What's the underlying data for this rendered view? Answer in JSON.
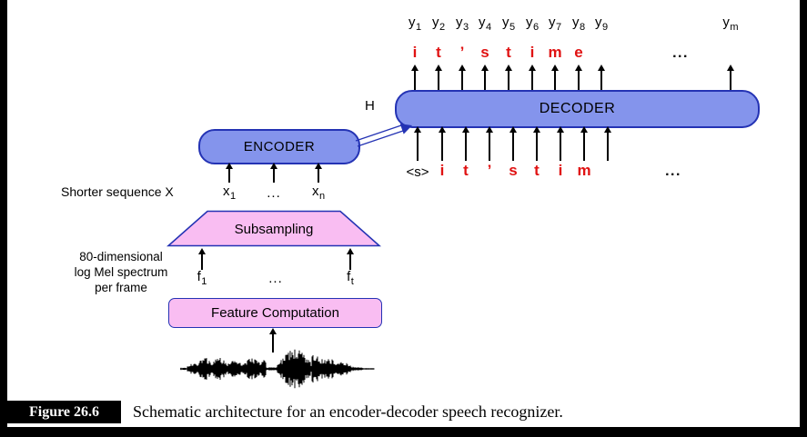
{
  "figure": {
    "label": "Figure 26.6",
    "caption": "Schematic architecture for an encoder-decoder speech recognizer."
  },
  "decoder": {
    "label": "DECODER",
    "h_label": "H",
    "y_labels": [
      {
        "base": "y",
        "sub": "1"
      },
      {
        "base": "y",
        "sub": "2"
      },
      {
        "base": "y",
        "sub": "3"
      },
      {
        "base": "y",
        "sub": "4"
      },
      {
        "base": "y",
        "sub": "5"
      },
      {
        "base": "y",
        "sub": "6"
      },
      {
        "base": "y",
        "sub": "7"
      },
      {
        "base": "y",
        "sub": "8"
      },
      {
        "base": "y",
        "sub": "9"
      }
    ],
    "y_label_last": {
      "base": "y",
      "sub": "m"
    },
    "output_letters": [
      "i",
      "t",
      "’",
      "s",
      "t",
      "i",
      "m",
      "e"
    ],
    "output_ellipsis": "...",
    "input_start_token": "<s>",
    "input_letters": [
      "i",
      "t",
      "’",
      "s",
      "t",
      "i",
      "m"
    ],
    "input_ellipsis": "..."
  },
  "encoder": {
    "label": "ENCODER",
    "sequence_note": "Shorter sequence X",
    "x_first": {
      "base": "x",
      "sub": "1"
    },
    "x_ellipsis": "...",
    "x_last": {
      "base": "x",
      "sub": "n"
    }
  },
  "subsampling": {
    "label": "Subsampling",
    "mel_note_lines": [
      "80-dimensional",
      "log Mel spectrum",
      "per frame"
    ],
    "f_first": {
      "base": "f",
      "sub": "1"
    },
    "f_ellipsis": "...",
    "f_last": {
      "base": "f",
      "sub": "t"
    }
  },
  "feature": {
    "label": "Feature Computation"
  },
  "colors": {
    "token_red": "#e01212",
    "box_blue_fill": "#8494ec",
    "box_blue_border": "#2433b4",
    "box_pink_fill": "#f9bdf2",
    "box_pink_border": "#2433b4",
    "arrow_ink": "#000000",
    "badge_bg": "#000000",
    "badge_text": "#ffffff"
  }
}
